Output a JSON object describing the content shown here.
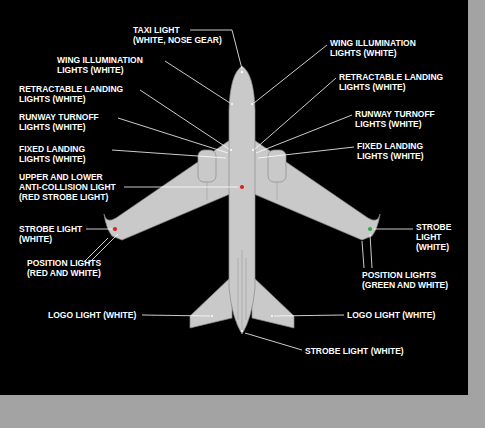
{
  "diagram": {
    "labels": [
      "TAXI LIGHT (WHITE, NOSE GEAR)",
      "WING ILLUMINATION LIGHTS (WHITE)",
      "WING ILLUMINATION LIGHTS (WHITE)",
      "RETRACTABLE LANDING LIGHTS (WHITE)",
      "RETRACTABLE LANDING LIGHTS (WHITE)",
      "RUNWAY TURNOFF LIGHTS (WHITE)",
      "RUNWAY TURNOFF LIGHTS (WHITE)",
      "FIXED LANDING LIGHTS (WHITE)",
      "FIXED LANDING LIGHTS (WHITE)",
      "UPPER AND LOWER ANTI-COLLISION LIGHT (RED STROBE LIGHT)",
      "STROBE LIGHT (WHITE)",
      "POSITION LIGHTS (RED AND WHITE)",
      "STROBE LIGHT (WHITE)",
      "POSITION LIGHTS (GREEN AND WHITE)",
      "LOGO LIGHT (WHITE)",
      "LOGO LIGHT (WHITE)",
      "STROBE LIGHT (WHITE)"
    ]
  }
}
